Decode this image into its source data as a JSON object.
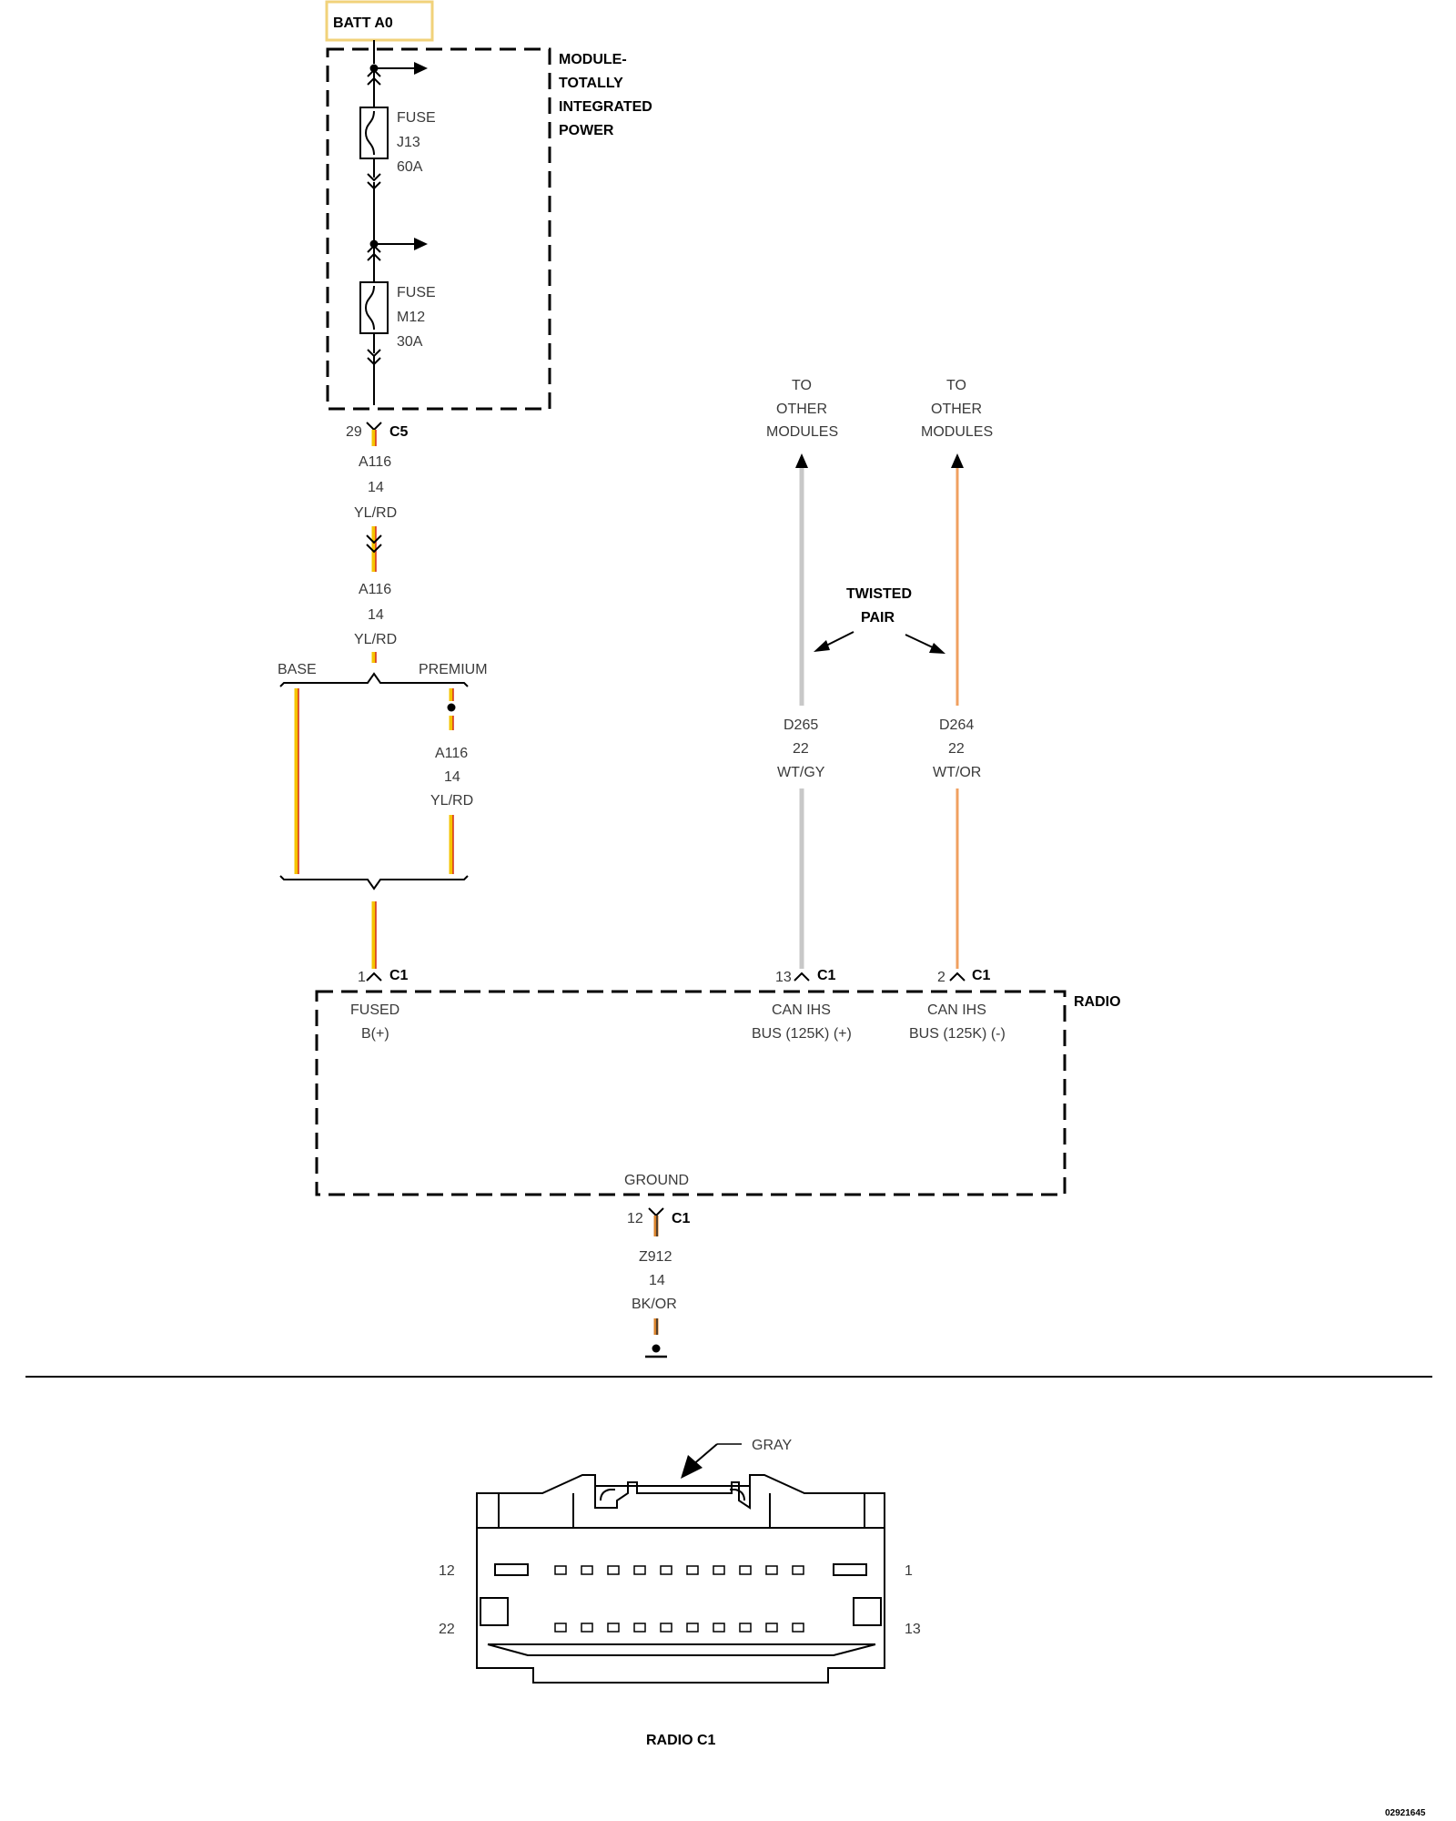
{
  "power_source": {
    "label": "BATT A0",
    "box_color": "#f1d27a"
  },
  "tipm_module": {
    "title_lines": [
      "MODULE-",
      "TOTALLY",
      "INTEGRATED",
      "POWER"
    ]
  },
  "fuses": [
    {
      "lines": [
        "FUSE",
        "J13",
        "60A"
      ]
    },
    {
      "lines": [
        "FUSE",
        "M12",
        "30A"
      ]
    }
  ],
  "connectors": {
    "tipm_out": {
      "pin": "29",
      "name": "C5"
    },
    "radio_fused": {
      "pin": "1",
      "name": "C1"
    },
    "radio_can_pos": {
      "pin": "13",
      "name": "C1"
    },
    "radio_can_neg": {
      "pin": "2",
      "name": "C1"
    },
    "radio_ground": {
      "pin": "12",
      "name": "C1"
    }
  },
  "wires": {
    "a116_upper": {
      "lines": [
        "A116",
        "14",
        "YL/RD"
      ],
      "color_a": "#f5c400",
      "color_b": "#d42a1a"
    },
    "a116_lower": {
      "lines": [
        "A116",
        "14",
        "YL/RD"
      ]
    },
    "a116_premium": {
      "lines": [
        "A116",
        "14",
        "YL/RD"
      ]
    },
    "d265": {
      "lines": [
        "D265",
        "22",
        "WT/GY"
      ],
      "color": "#c8c8c8"
    },
    "d264": {
      "lines": [
        "D264",
        "22",
        "WT/OR"
      ],
      "color": "#f0a060"
    },
    "z912": {
      "lines": [
        "Z912",
        "14",
        "BK/OR"
      ],
      "color_a": "#2a2a2a",
      "color_b": "#d9822b"
    }
  },
  "options": {
    "base": "BASE",
    "premium": "PREMIUM"
  },
  "destinations": [
    {
      "lines": [
        "TO",
        "OTHER",
        "MODULES"
      ]
    },
    {
      "lines": [
        "TO",
        "OTHER",
        "MODULES"
      ]
    }
  ],
  "twisted_pair": {
    "lines": [
      "TWISTED",
      "PAIR"
    ]
  },
  "radio_module": {
    "title": "RADIO",
    "pins": [
      {
        "lines": [
          "FUSED",
          "B(+)"
        ]
      },
      {
        "lines": [
          "CAN IHS",
          "BUS (125K) (+)"
        ]
      },
      {
        "lines": [
          "CAN IHS",
          "BUS (125K) (-)"
        ]
      }
    ],
    "ground_label": "GROUND"
  },
  "connector_view": {
    "color_label": "GRAY",
    "pin_labels": {
      "top_left": "12",
      "top_right": "1",
      "bottom_left": "22",
      "bottom_right": "13"
    },
    "caption": "RADIO C1"
  },
  "figure_id": "02921645"
}
